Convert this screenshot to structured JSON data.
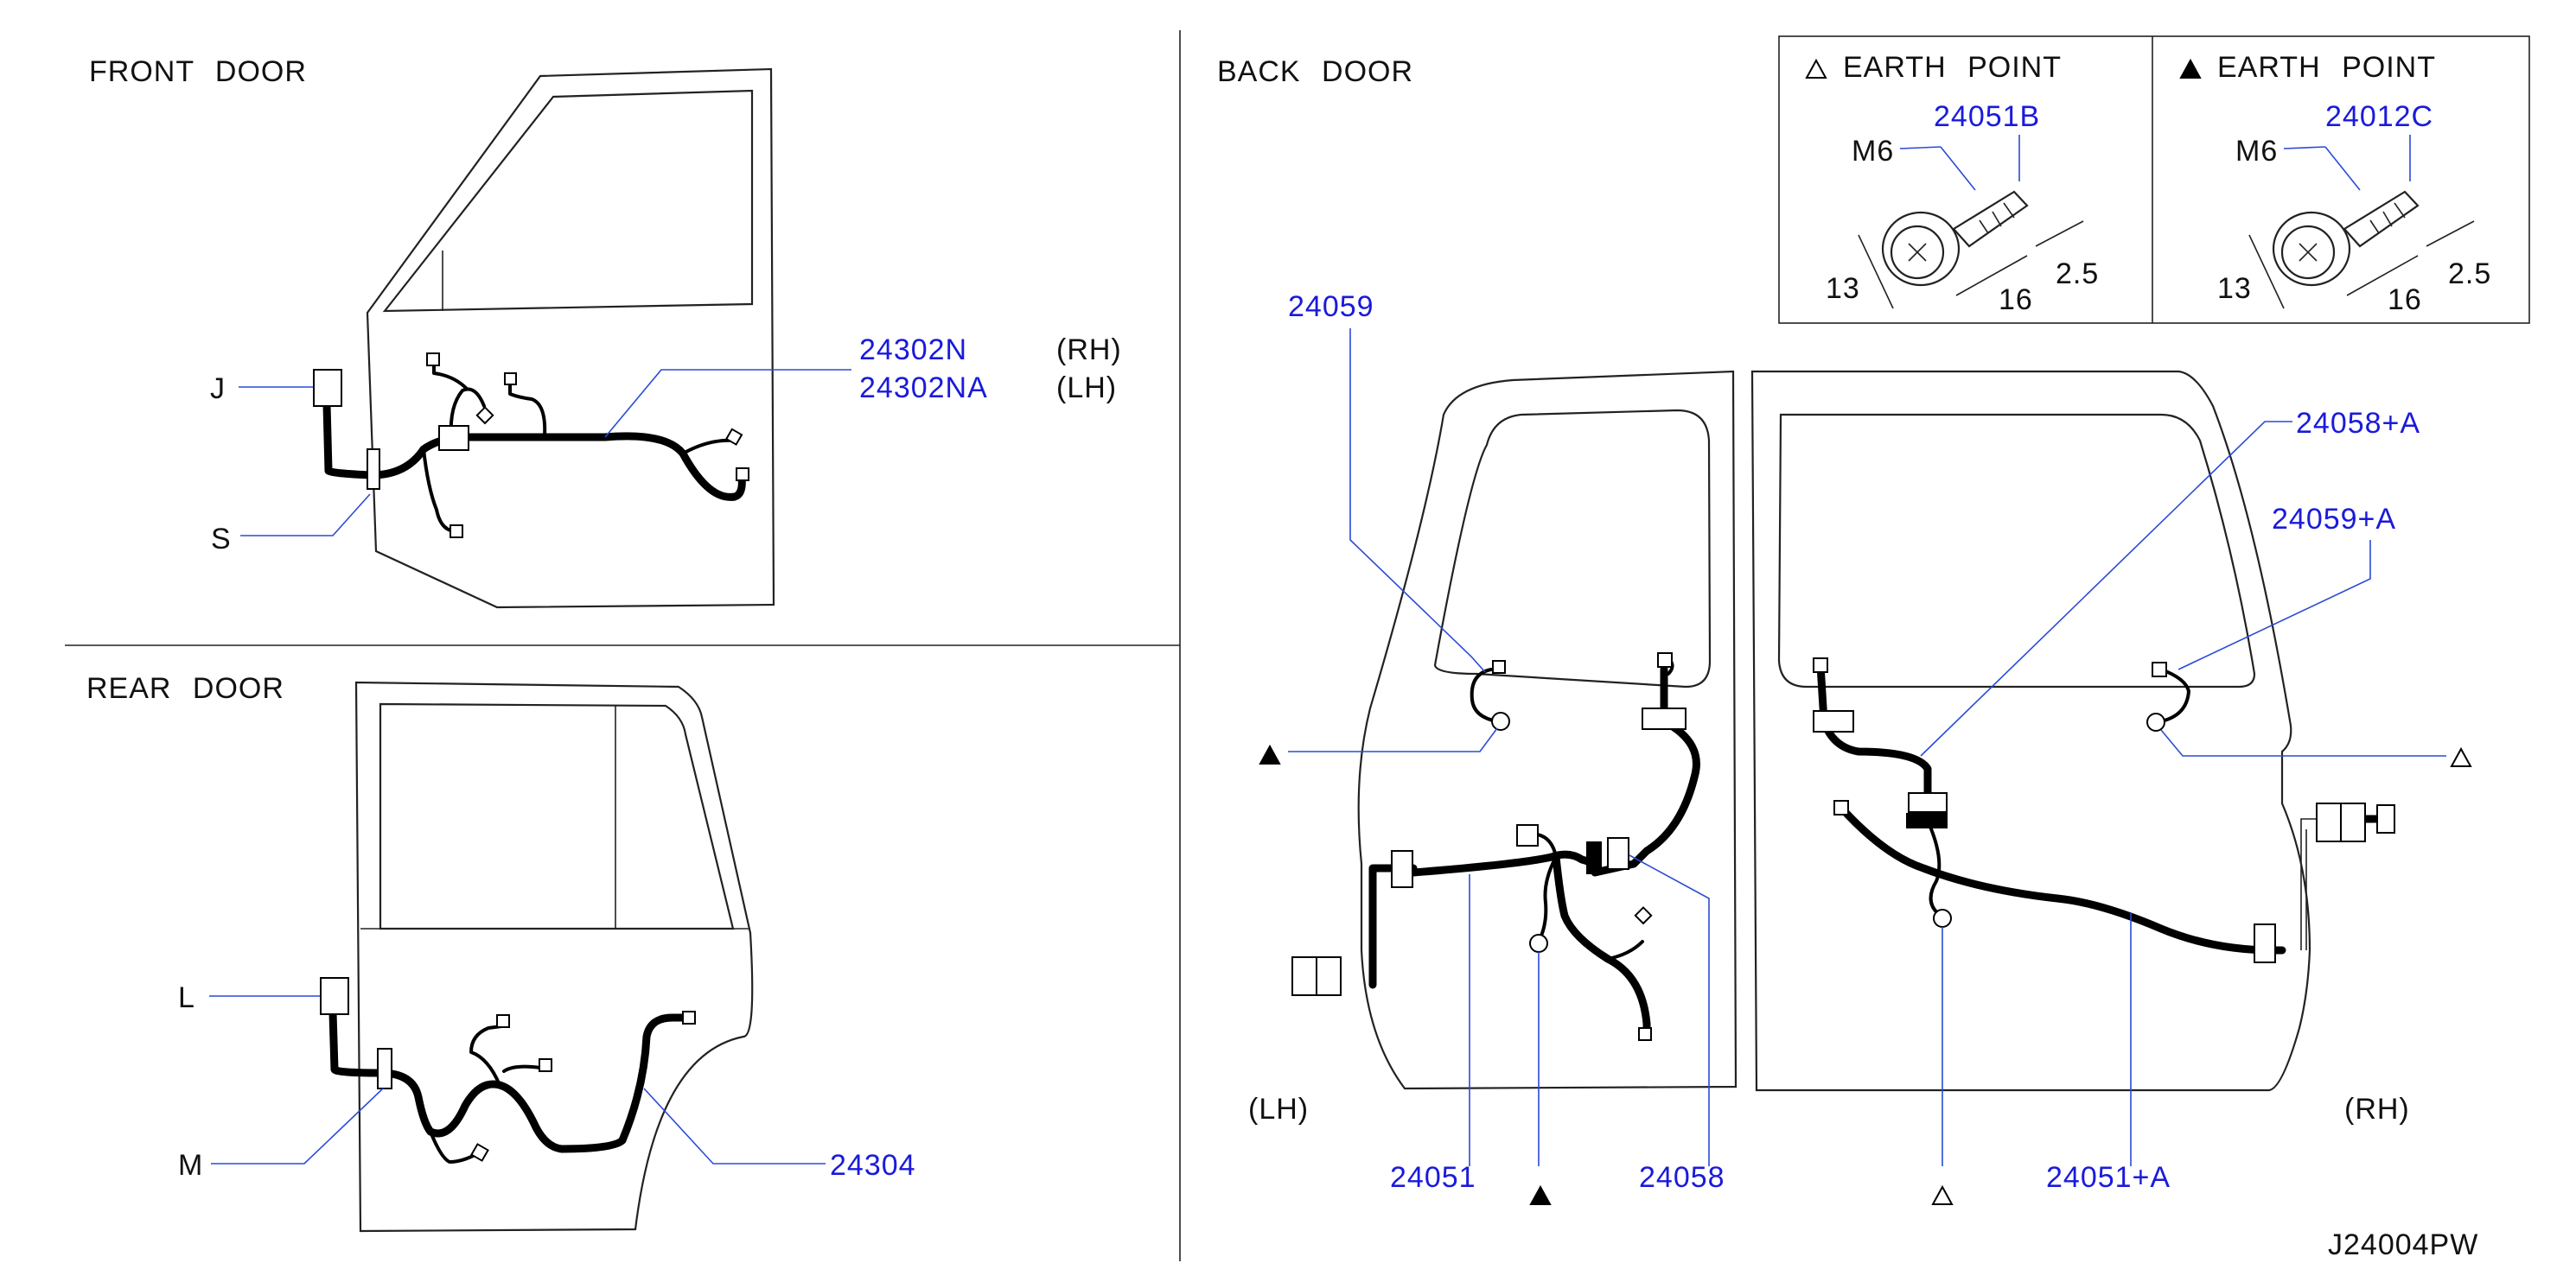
{
  "sections": {
    "front_door": "FRONT  DOOR",
    "rear_door": "REAR  DOOR",
    "back_door": "BACK  DOOR"
  },
  "earth_points": {
    "hollow": {
      "title": "EARTH  POINT",
      "part": "24051B",
      "bolt": "M6",
      "dim_head": "13",
      "dim_length": "16",
      "dim_thread": "2.5"
    },
    "solid": {
      "title": "EARTH  POINT",
      "part": "24012C",
      "bolt": "M6",
      "dim_head": "13",
      "dim_length": "16",
      "dim_thread": "2.5"
    }
  },
  "front": {
    "j": "J",
    "s": "S",
    "part_rh": "24302N",
    "part_lh": "24302NA",
    "rh": "(RH)",
    "lh": "(LH)"
  },
  "rear": {
    "l": "L",
    "m": "M",
    "part": "24304"
  },
  "back": {
    "p24059": "24059",
    "p24058a": "24058+A",
    "p24059a": "24059+A",
    "lh": "(LH)",
    "rh": "(RH)",
    "p24051": "24051",
    "p24058": "24058",
    "p24051a": "24051+A"
  },
  "figure_code": "J24004PW",
  "colors": {
    "part_number": "#1a1adc",
    "leader": "#2a4bd6",
    "outline": "#222222"
  }
}
